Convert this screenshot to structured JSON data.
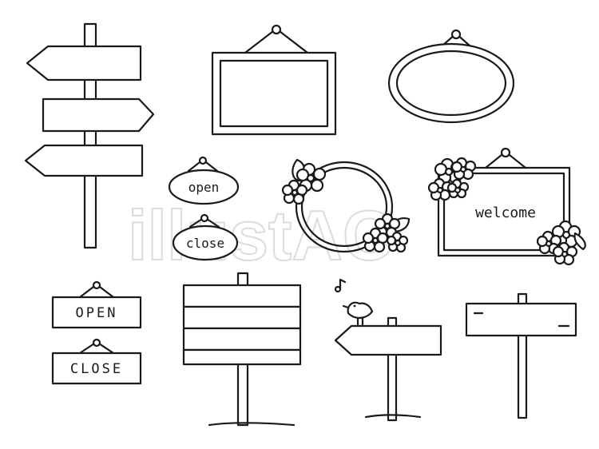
{
  "signs": {
    "open_oval": "open",
    "close_oval": "close",
    "open_board": "OPEN",
    "close_board": "CLOSE",
    "welcome": "welcome"
  },
  "watermark": "illustAC",
  "icons": [
    "hook-icon",
    "flower-icon",
    "leaf-icon",
    "bird-icon",
    "music-note-icon"
  ]
}
